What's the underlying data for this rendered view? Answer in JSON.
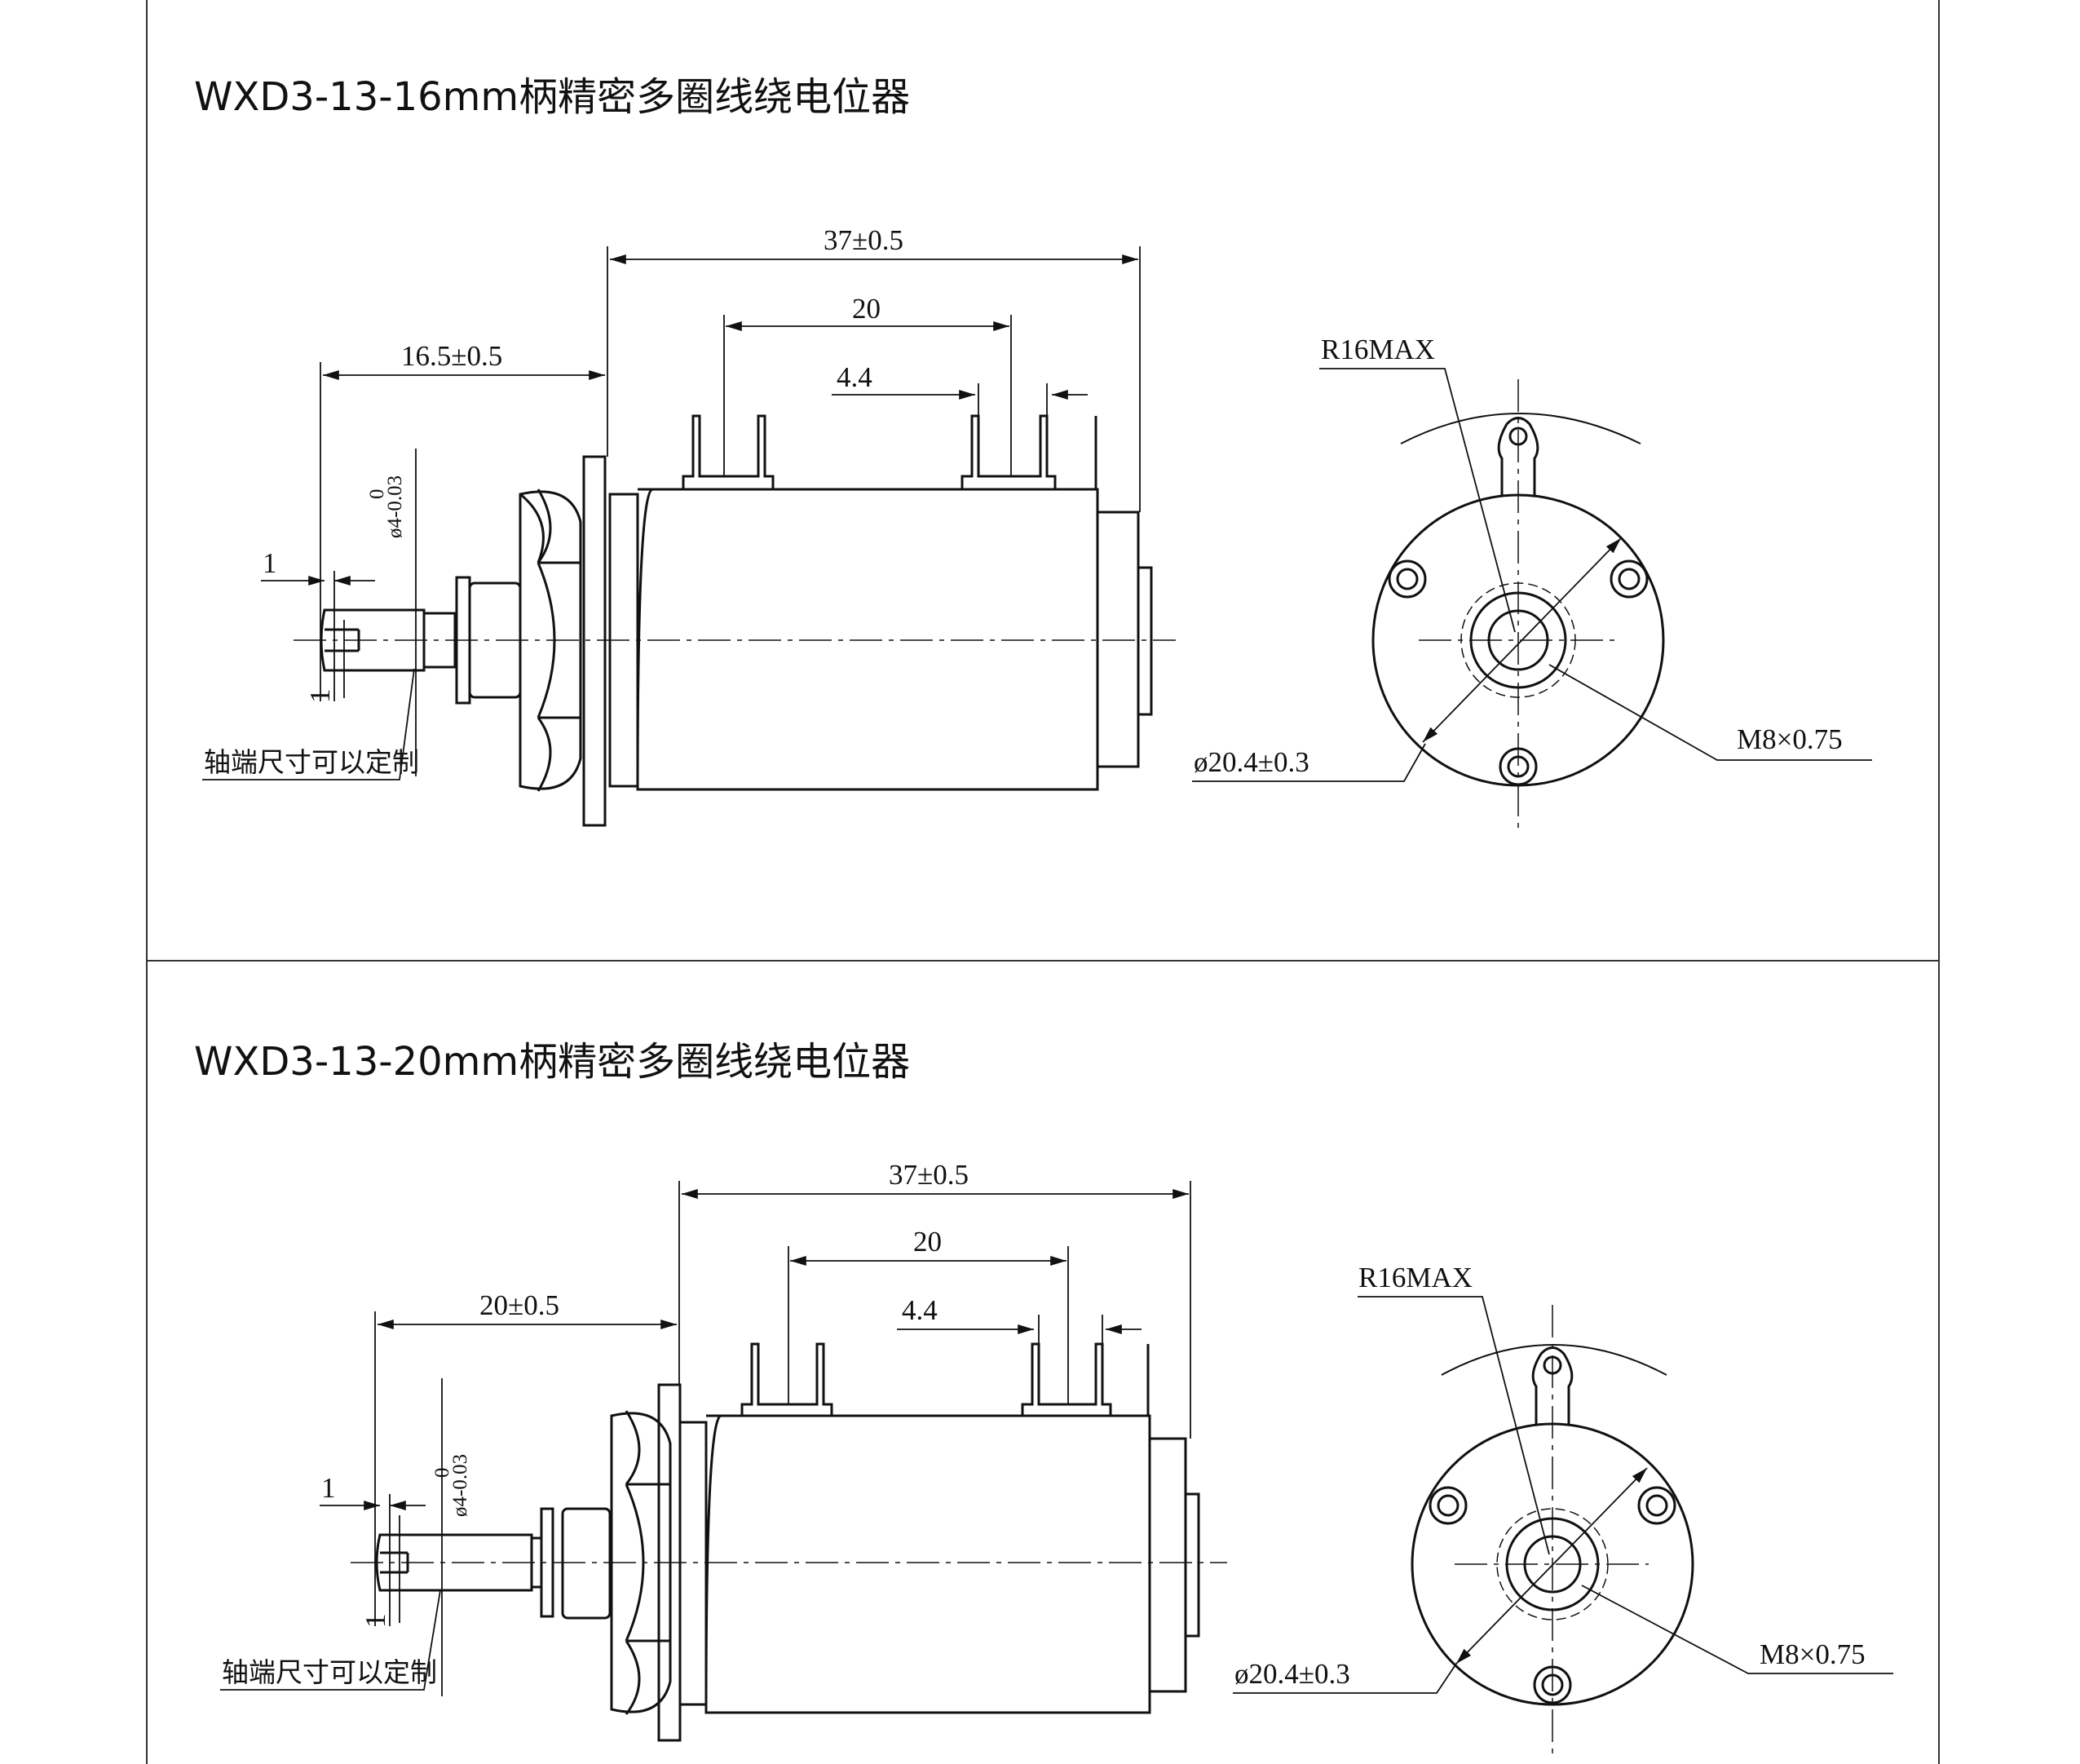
{
  "panels": [
    {
      "title": "WXD3-13-16mm柄精密多圈线绕电位器",
      "dims": {
        "overall_length": "37±0.5",
        "terminal_spacing": "20",
        "terminal_width": "4.4",
        "shaft_length": "16.5±0.5",
        "shaft_diameter_base": "ø4-0.03",
        "shaft_diameter_tol": "0",
        "slot_width": "1",
        "slot_depth": "1",
        "shaft_note": "轴端尺寸可以定制",
        "radius_max": "R16MAX",
        "body_diameter": "ø20.4±0.3",
        "thread": "M8×0.75"
      }
    },
    {
      "title": "WXD3-13-20mm柄精密多圈线绕电位器",
      "dims": {
        "overall_length": "37±0.5",
        "terminal_spacing": "20",
        "terminal_width": "4.4",
        "shaft_length": "20±0.5",
        "shaft_diameter_base": "ø4-0.03",
        "shaft_diameter_tol": "0",
        "slot_width": "1",
        "slot_depth": "1",
        "shaft_note": "轴端尺寸可以定制",
        "radius_max": "R16MAX",
        "body_diameter": "ø20.4±0.3",
        "thread": "M8×0.75"
      }
    }
  ]
}
